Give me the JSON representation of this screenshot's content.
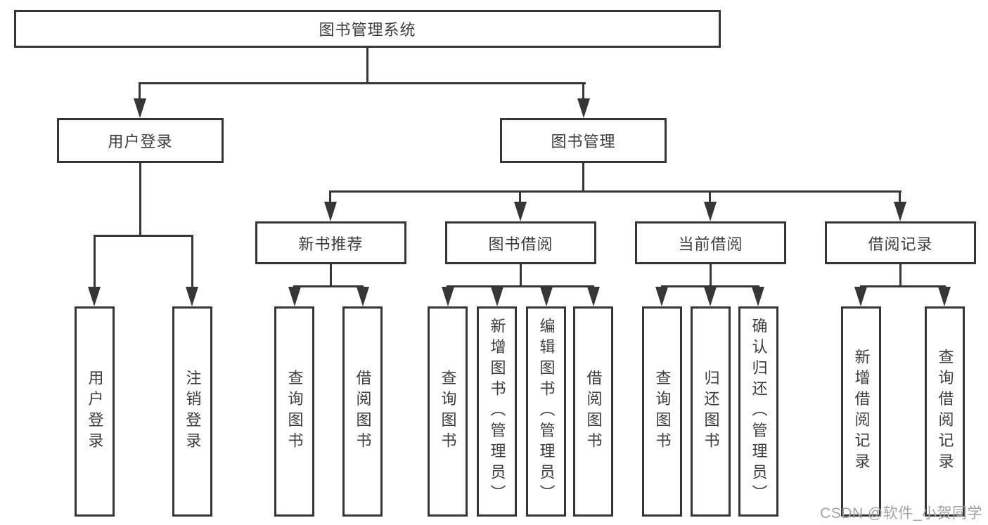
{
  "tree": {
    "label": "图书管理系统",
    "children": [
      {
        "label": "用户登录",
        "children": [
          {
            "label": "用户登录"
          },
          {
            "label": "注销登录"
          }
        ]
      },
      {
        "label": "图书管理",
        "children": [
          {
            "label": "新书推荐",
            "children": [
              {
                "label": "查询图书"
              },
              {
                "label": "借阅图书"
              }
            ]
          },
          {
            "label": "图书借阅",
            "children": [
              {
                "label": "查询图书"
              },
              {
                "label": "新增图书（管理员）"
              },
              {
                "label": "编辑图书（管理员）"
              },
              {
                "label": "借阅图书"
              }
            ]
          },
          {
            "label": "当前借阅",
            "children": [
              {
                "label": "查询图书"
              },
              {
                "label": "归还图书"
              },
              {
                "label": "确认归还（管理员）"
              }
            ]
          },
          {
            "label": "借阅记录",
            "children": [
              {
                "label": "新增借阅记录"
              },
              {
                "label": "查询借阅记录"
              }
            ]
          }
        ]
      }
    ]
  },
  "watermark": {
    "text": "CSDN @软件_小贺同学"
  },
  "colors": {
    "line": "#363636",
    "text": "#3c3c3c",
    "watermark": "#a3a3a3",
    "background": "#ffffff"
  }
}
